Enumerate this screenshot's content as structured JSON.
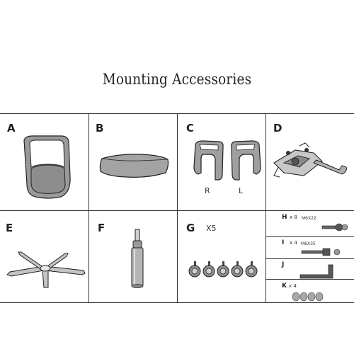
{
  "title": "Mounting Accessories",
  "parts": {
    "A": {
      "letter": "A",
      "icon": "chair-backrest-icon"
    },
    "B": {
      "letter": "B",
      "icon": "seat-cushion-icon"
    },
    "C": {
      "letter": "C",
      "icon": "armrests-icon",
      "right_label": "R",
      "left_label": "L"
    },
    "D": {
      "letter": "D",
      "icon": "tilt-mechanism-icon"
    },
    "E": {
      "letter": "E",
      "icon": "five-star-base-icon"
    },
    "F": {
      "letter": "F",
      "icon": "gas-lift-cylinder-icon"
    },
    "G": {
      "letter": "G",
      "qty": "X5",
      "icon": "caster-wheels-icon"
    },
    "H": {
      "letter": "H",
      "qty": "x 8",
      "size": "M6X22",
      "icon": "bolt-icon"
    },
    "I": {
      "letter": "I",
      "qty": "x 4",
      "size": "M6X35",
      "icon": "long-bolt-icon"
    },
    "J": {
      "letter": "J",
      "icon": "allen-key-icon"
    },
    "K": {
      "letter": "K",
      "qty": "x 4",
      "icon": "washers-icon"
    }
  }
}
